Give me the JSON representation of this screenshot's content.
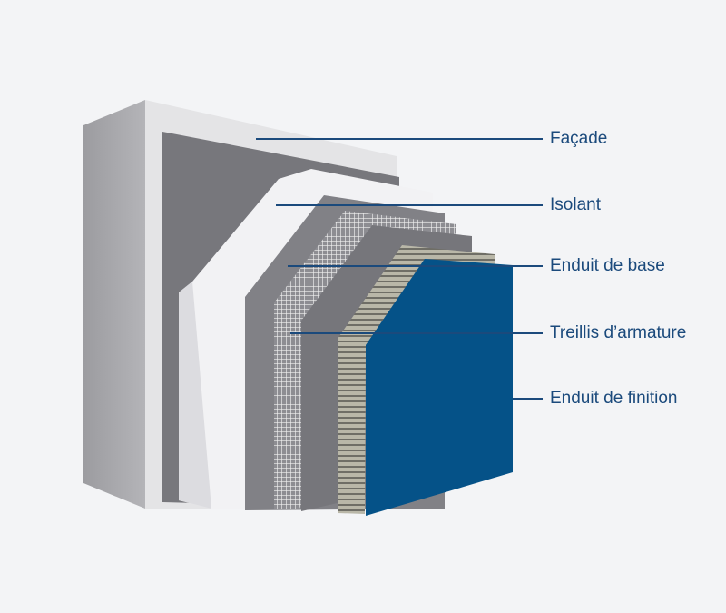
{
  "title": "Wall insulation layers",
  "labels": {
    "facade": "Façade",
    "isolant": "Isolant",
    "enduit_base": "Enduit de base",
    "treillis": "Treillis d’armature",
    "enduit_finition": "Enduit de finition"
  },
  "colors": {
    "accent": "#1b4a7c",
    "finish": "#055288",
    "wall_front": "#e6e6e8",
    "wall_side": "#a9a9ad",
    "gray_panel": "#7b7b80",
    "insulation": "#f4f4f6"
  }
}
